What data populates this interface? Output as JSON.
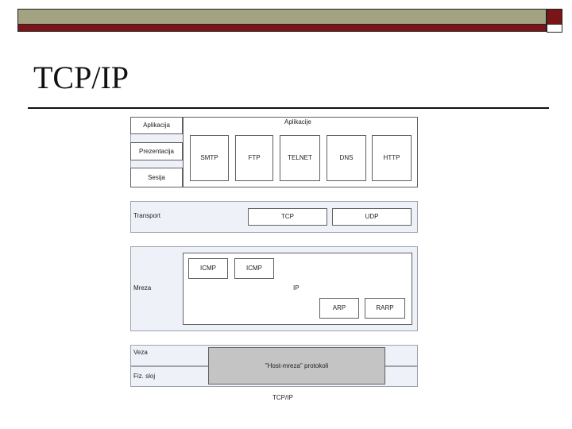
{
  "slide": {
    "title": "TCP/IP"
  },
  "diagram": {
    "osi_layers": {
      "application": "Aplikacija",
      "presentation": "Prezentacija",
      "session": "Sesija"
    },
    "application_group": {
      "label": "Aplikacije",
      "protocols": [
        "SMTP",
        "FTP",
        "TELNET",
        "DNS",
        "HTTP"
      ]
    },
    "transport": {
      "label": "Transport",
      "protocols": [
        "TCP",
        "UDP"
      ]
    },
    "network": {
      "label": "Mreza",
      "ip_label": "IP",
      "top_protocols": [
        "ICMP",
        "ICMP"
      ],
      "bottom_protocols": [
        "ARP",
        "RARP"
      ]
    },
    "link": {
      "veza": "Veza",
      "physical": "Fiz. sloj",
      "host_network": "\"Host-mreza\" protokoli"
    },
    "caption": "TCP/IP"
  }
}
